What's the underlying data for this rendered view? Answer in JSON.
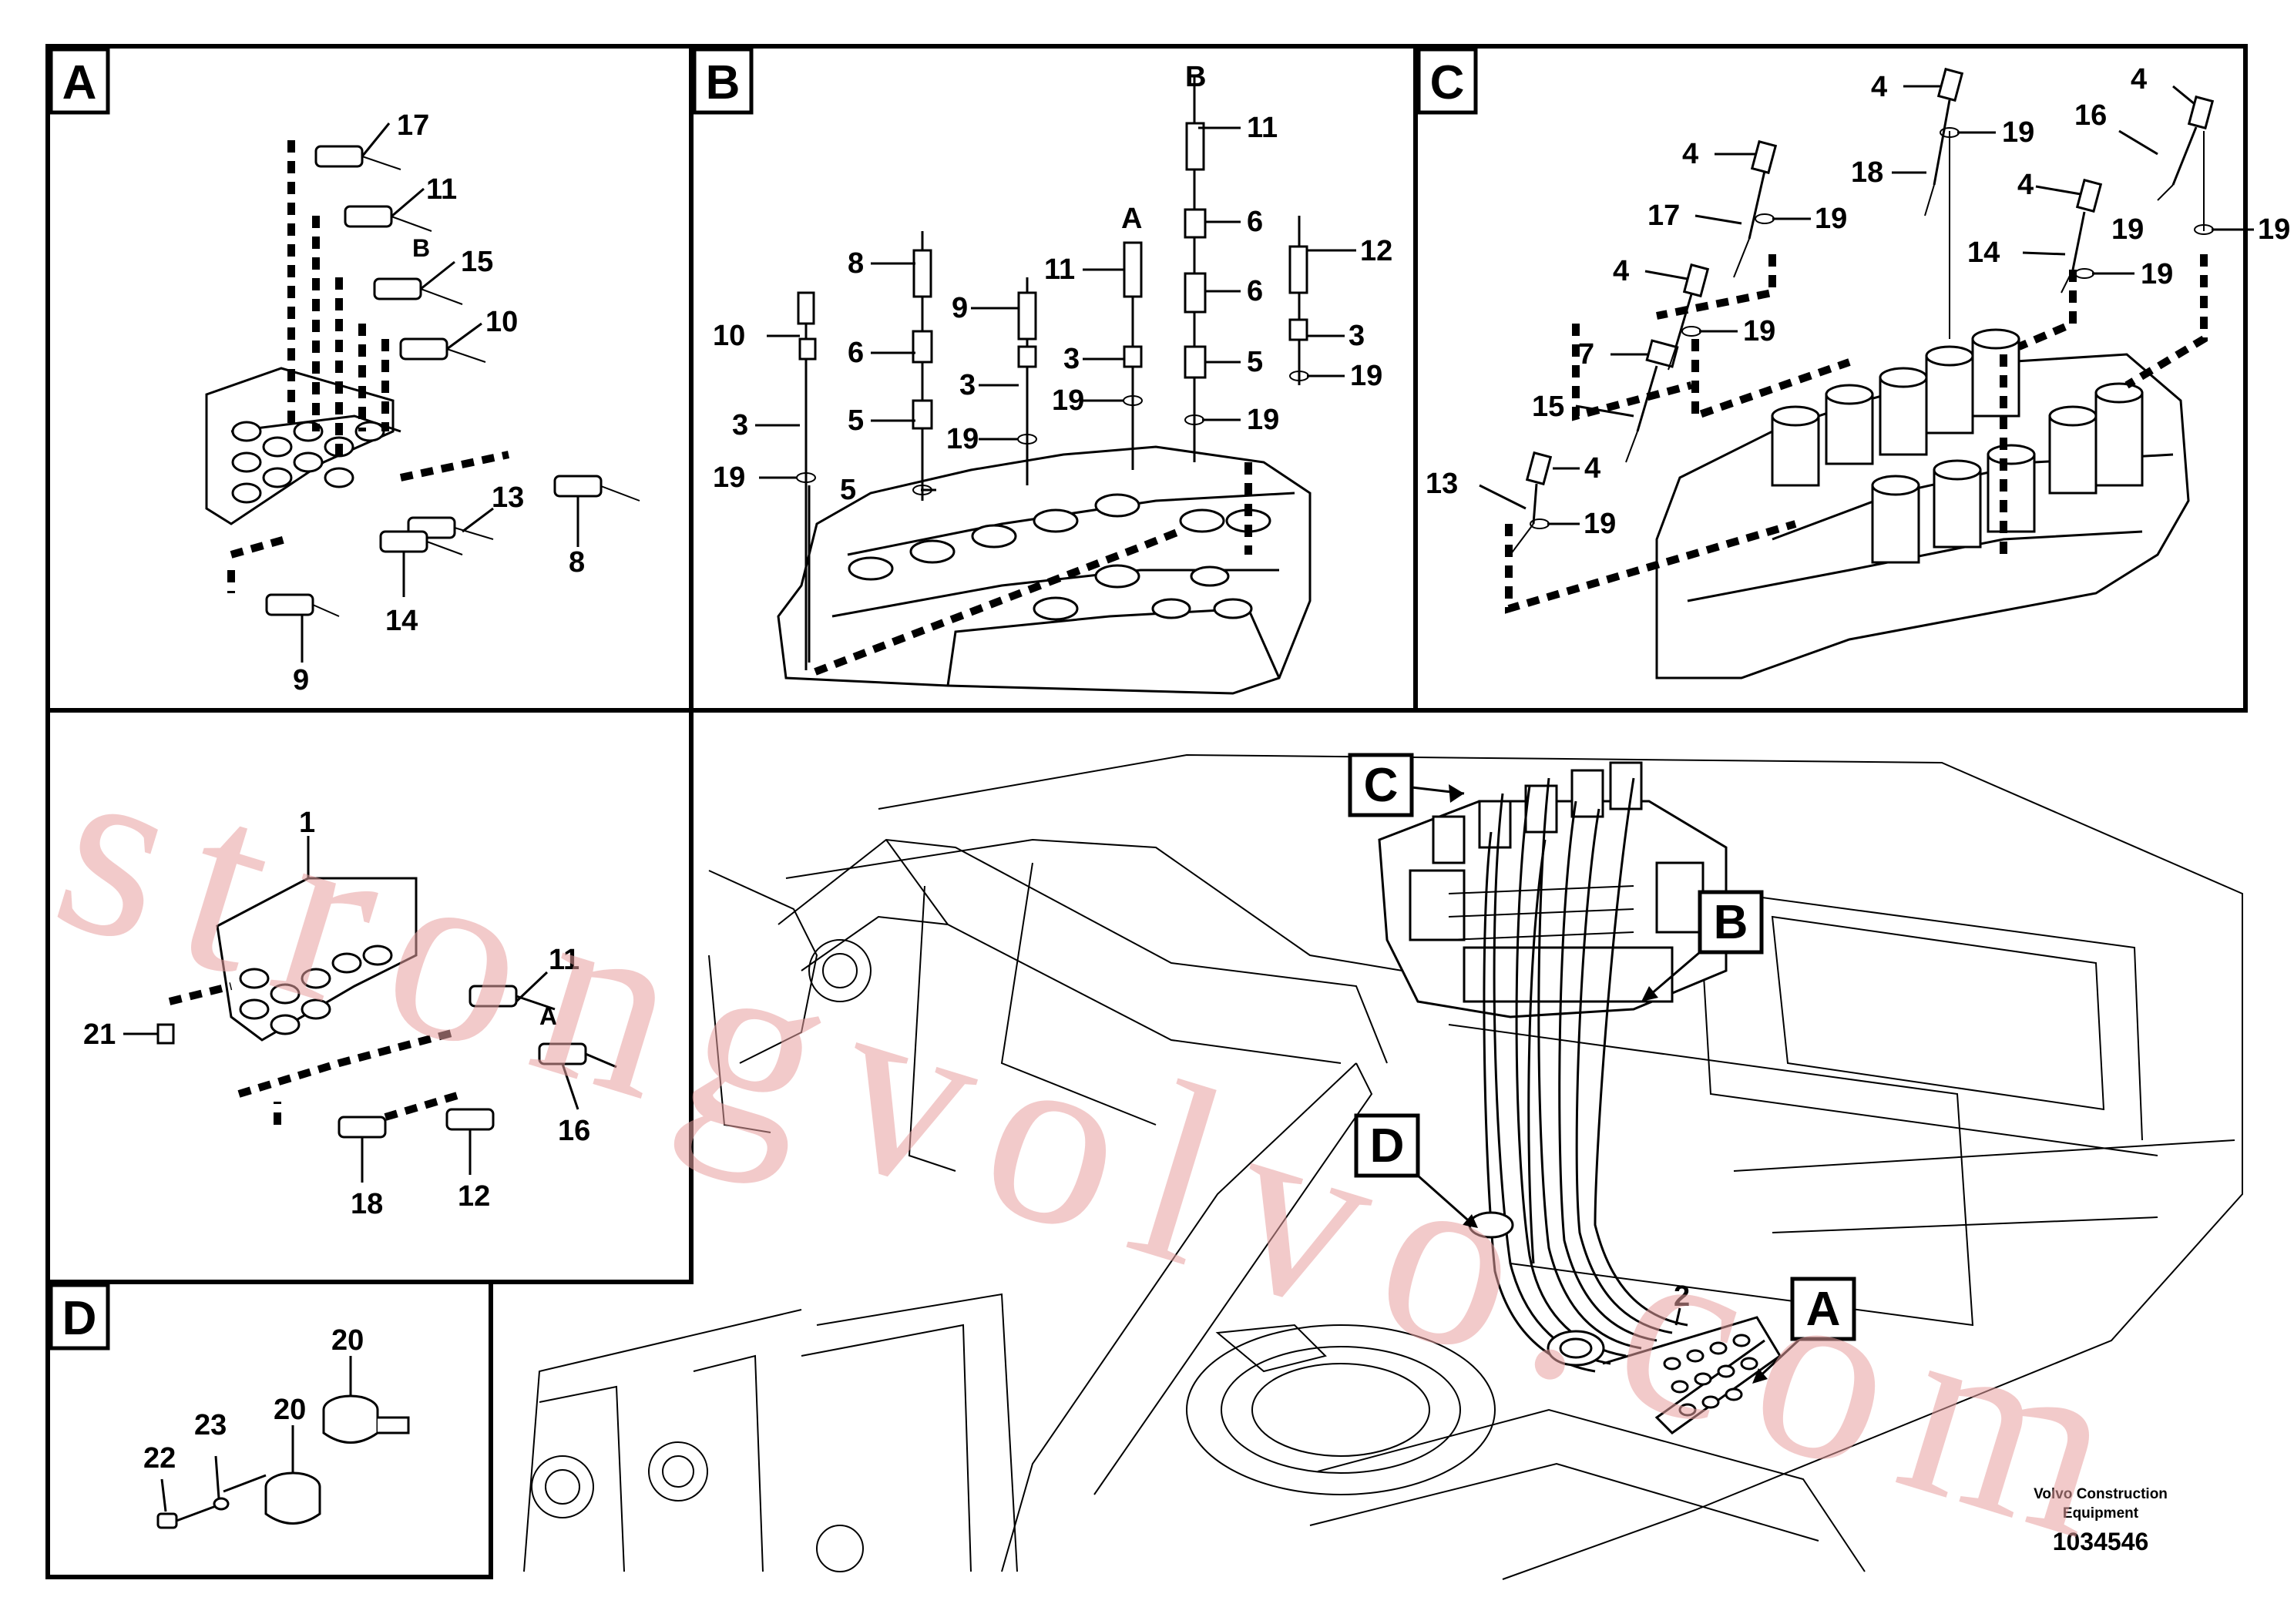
{
  "panels": {
    "A": {
      "tag": "A",
      "labels": [
        "17",
        "11",
        "B",
        "15",
        "10",
        "13",
        "8",
        "14",
        "9"
      ]
    },
    "B": {
      "tag": "B",
      "labels": [
        "B",
        "11",
        "A",
        "6",
        "6",
        "12",
        "8",
        "11",
        "9",
        "10",
        "6",
        "3",
        "3",
        "5",
        "5",
        "3",
        "19",
        "19",
        "19",
        "19",
        "3",
        "5",
        "19",
        "19",
        "19"
      ]
    },
    "C": {
      "tag": "C",
      "labels": [
        "4",
        "4",
        "16",
        "19",
        "4",
        "18",
        "4",
        "17",
        "19",
        "19",
        "19",
        "14",
        "19",
        "4",
        "19",
        "7",
        "15",
        "4",
        "13",
        "19"
      ]
    },
    "upper_left": {
      "labels": [
        "1",
        "11",
        "A",
        "21",
        "16",
        "18",
        "12"
      ]
    },
    "D": {
      "tag": "D",
      "labels": [
        "20",
        "23",
        "20",
        "22"
      ]
    },
    "main": {
      "callouts": [
        "C",
        "B",
        "D",
        "A"
      ],
      "label_2": "2"
    }
  },
  "footer": {
    "company_line1": "Volvo Construction",
    "company_line2": "Equipment",
    "drawing_no": "1034546"
  },
  "watermark": "strongvolvo.com"
}
